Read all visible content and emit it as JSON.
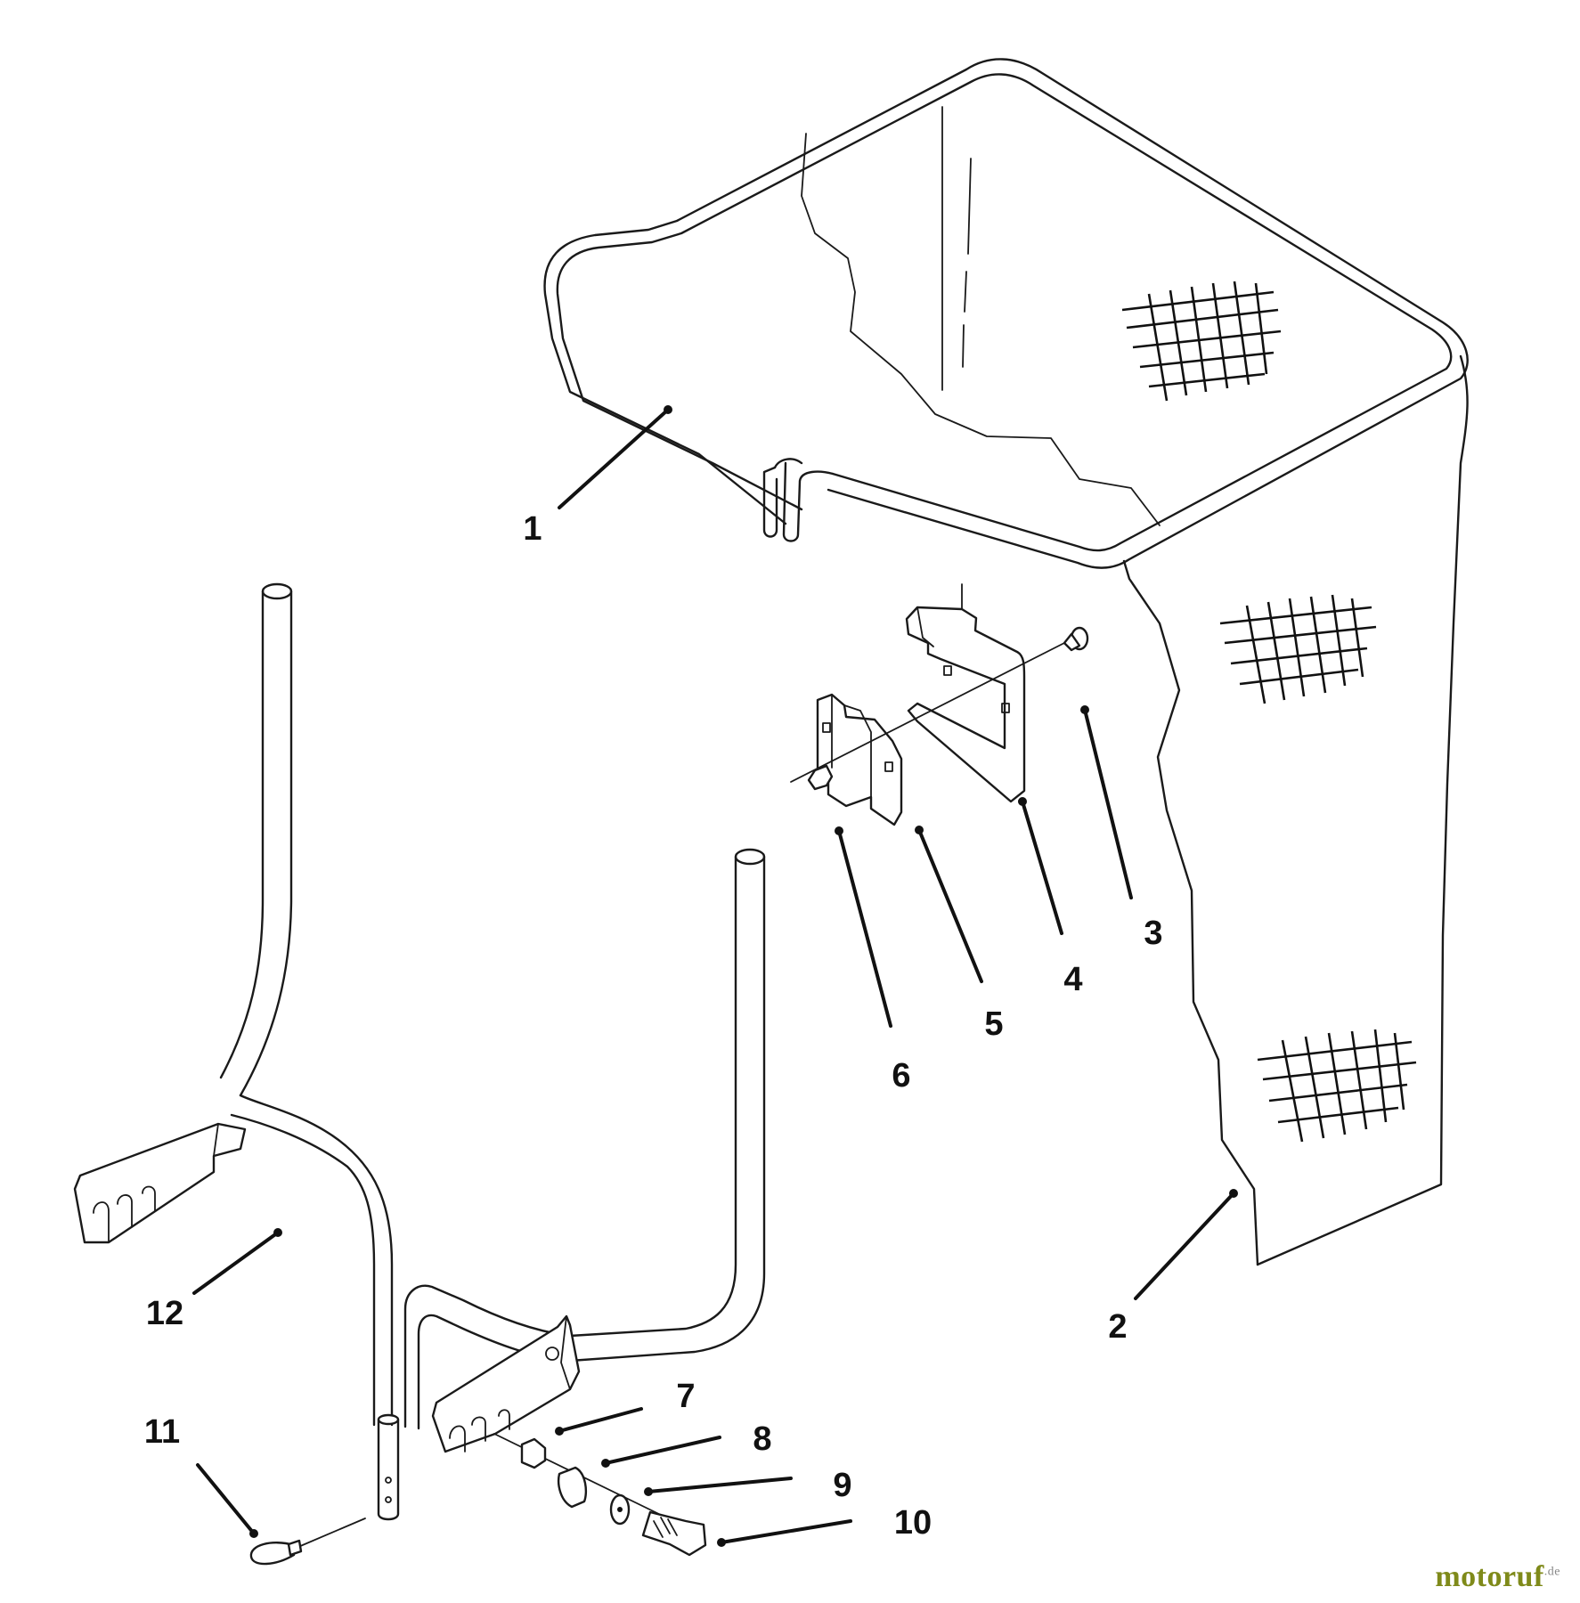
{
  "callouts": [
    {
      "id": "1",
      "label": "1"
    },
    {
      "id": "2",
      "label": "2"
    },
    {
      "id": "3",
      "label": "3"
    },
    {
      "id": "4",
      "label": "4"
    },
    {
      "id": "5",
      "label": "5"
    },
    {
      "id": "6",
      "label": "6"
    },
    {
      "id": "7",
      "label": "7"
    },
    {
      "id": "8",
      "label": "8"
    },
    {
      "id": "9",
      "label": "9"
    },
    {
      "id": "10",
      "label": "10"
    },
    {
      "id": "11",
      "label": "11"
    },
    {
      "id": "12",
      "label": "12"
    }
  ],
  "watermark": {
    "text": "motoruf",
    "suffix": ".de"
  }
}
